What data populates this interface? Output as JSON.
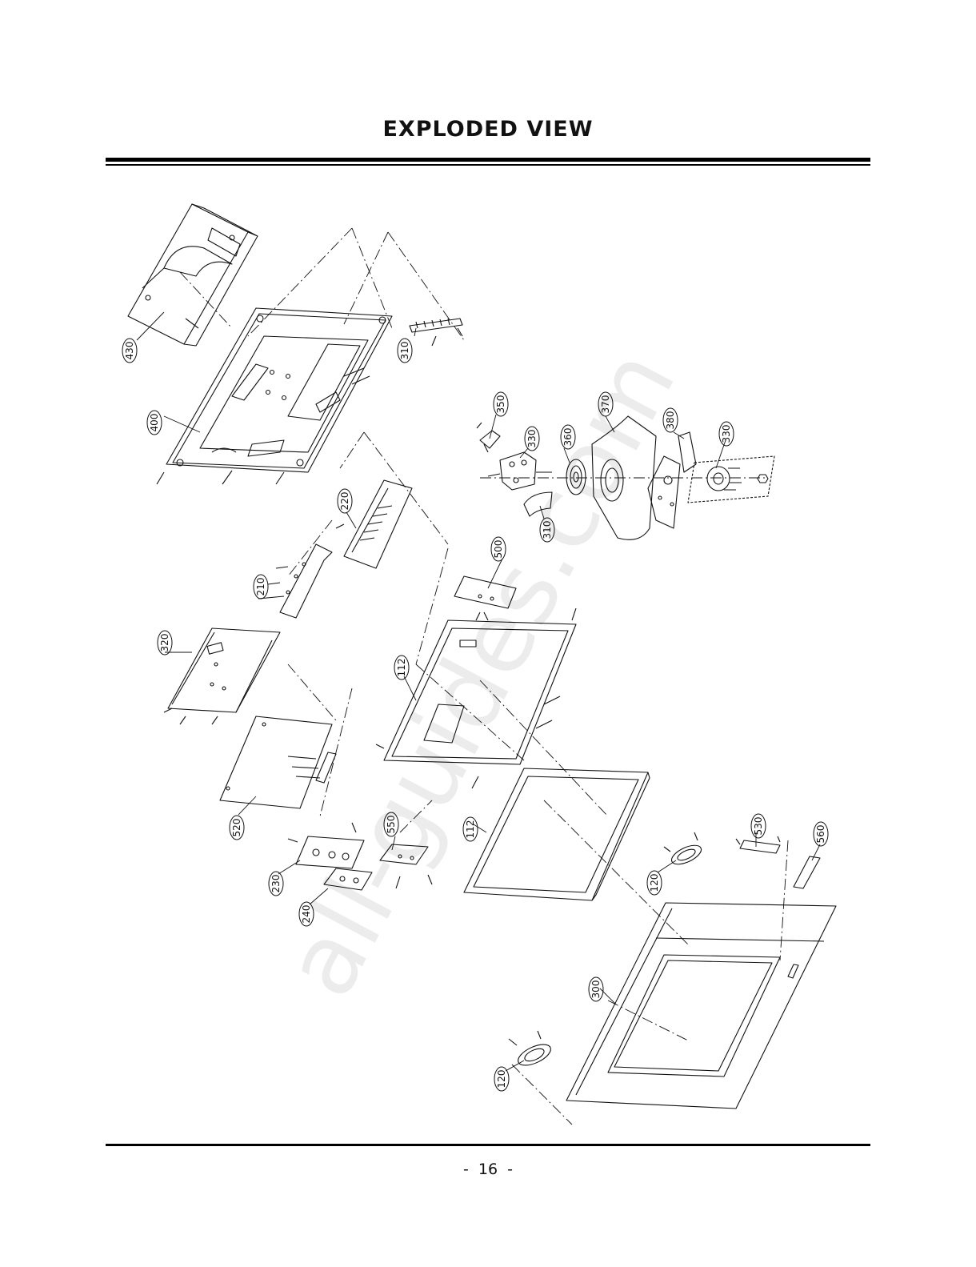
{
  "page": {
    "title": "EXPLODED VIEW",
    "page_number": "-  16  -",
    "watermark": "all-guides.com"
  },
  "callouts": [
    {
      "id": "c430",
      "label": "430"
    },
    {
      "id": "c400",
      "label": "400"
    },
    {
      "id": "c310a",
      "label": "310"
    },
    {
      "id": "c350",
      "label": "350"
    },
    {
      "id": "c330a",
      "label": "330"
    },
    {
      "id": "c360",
      "label": "360"
    },
    {
      "id": "c370",
      "label": "370"
    },
    {
      "id": "c380",
      "label": "380"
    },
    {
      "id": "c330b",
      "label": "330"
    },
    {
      "id": "c310b",
      "label": "310"
    },
    {
      "id": "c220",
      "label": "220"
    },
    {
      "id": "c210",
      "label": "210"
    },
    {
      "id": "c500",
      "label": "500"
    },
    {
      "id": "c320",
      "label": "320"
    },
    {
      "id": "c112a",
      "label": "112"
    },
    {
      "id": "c520",
      "label": "520"
    },
    {
      "id": "c550",
      "label": "550"
    },
    {
      "id": "c112b",
      "label": "112"
    },
    {
      "id": "c230",
      "label": "230"
    },
    {
      "id": "c240",
      "label": "240"
    },
    {
      "id": "c530",
      "label": "530"
    },
    {
      "id": "c560",
      "label": "560"
    },
    {
      "id": "c120a",
      "label": "120"
    },
    {
      "id": "c300",
      "label": "300"
    },
    {
      "id": "c120b",
      "label": "120"
    }
  ]
}
